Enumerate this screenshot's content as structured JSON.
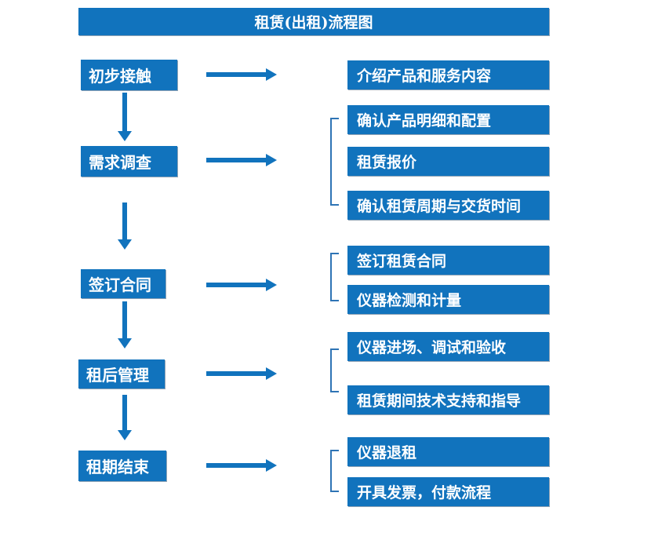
{
  "title": "租赁(出租)流程图",
  "colors": {
    "accent": "#1173BD",
    "bracket": "#2E74B5",
    "text": "#FFFFFF",
    "background": "#FFFFFF"
  },
  "chart_data": {
    "type": "flowchart",
    "title": "租赁(出租)流程图",
    "direction": "top-to-bottom",
    "steps": [
      {
        "label": "初步接触",
        "details": [
          "介绍产品和服务内容"
        ]
      },
      {
        "label": "需求调查",
        "details": [
          "确认产品明细和配置",
          "租赁报价",
          "确认租赁周期与交货时间"
        ]
      },
      {
        "label": "签订合同",
        "details": [
          "签订租赁合同",
          "仪器检测和计量"
        ]
      },
      {
        "label": "租后管理",
        "details": [
          "仪器进场、调试和验收",
          "租赁期间技术支持和指导"
        ]
      },
      {
        "label": "租期结束",
        "details": [
          "仪器退租",
          "开具发票，付款流程"
        ]
      }
    ]
  },
  "steps": [
    {
      "label": "初步接触",
      "details": [
        "介绍产品和服务内容"
      ]
    },
    {
      "label": "需求调查",
      "details": [
        "确认产品明细和配置",
        "租赁报价",
        "确认租赁周期与交货时间"
      ]
    },
    {
      "label": "签订合同",
      "details": [
        "签订租赁合同",
        "仪器检测和计量"
      ]
    },
    {
      "label": "租后管理",
      "details": [
        "仪器进场、调试和验收",
        "租赁期间技术支持和指导"
      ]
    },
    {
      "label": "租期结束",
      "details": [
        "仪器退租",
        "开具发票，付款流程"
      ]
    }
  ]
}
